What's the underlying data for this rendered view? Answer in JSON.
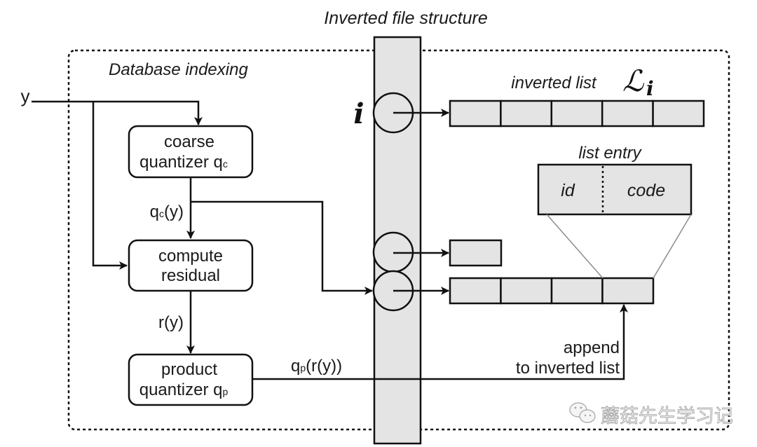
{
  "title": "Inverted file structure",
  "region_label": "Database indexing",
  "input_label": "y",
  "index_label": "i",
  "inverted_list": {
    "label": "inverted list",
    "symbol": "ℒ",
    "subscript": "i",
    "cell_count": 5
  },
  "list_entry": {
    "label": "list entry",
    "fields": [
      "id",
      "code"
    ]
  },
  "other_lists": [
    {
      "cell_count": 1
    },
    {
      "cell_count": 4
    }
  ],
  "boxes": {
    "coarse": {
      "line1": "coarse",
      "line2": "quantizer q",
      "sub": "c"
    },
    "residual": {
      "line1": "compute",
      "line2": "residual"
    },
    "product": {
      "line1": "product",
      "line2": "quantizer q",
      "sub": "p"
    }
  },
  "edge_labels": {
    "qc_y": {
      "pre": "q",
      "sub": "c",
      "post": "(y)"
    },
    "r_y": "r(y)",
    "qp_ry": {
      "pre": "q",
      "sub": "p",
      "post": "(r(y))"
    },
    "append_line1": "append",
    "append_line2": "to inverted list"
  },
  "watermark": {
    "icon": "wechat-icon",
    "text": "蘑菇先生学习记"
  },
  "colors": {
    "fill_gray": "#e4e4e4",
    "stroke": "#111111",
    "connector_gray": "#8c8c8c"
  }
}
